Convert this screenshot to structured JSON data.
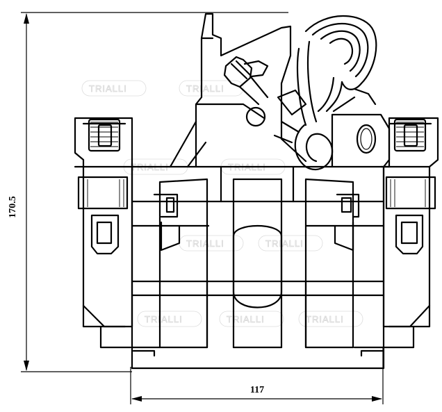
{
  "dimensions": {
    "height_label": "170.5",
    "width_label": "117"
  },
  "watermark": {
    "brand": "TRIALLI"
  }
}
